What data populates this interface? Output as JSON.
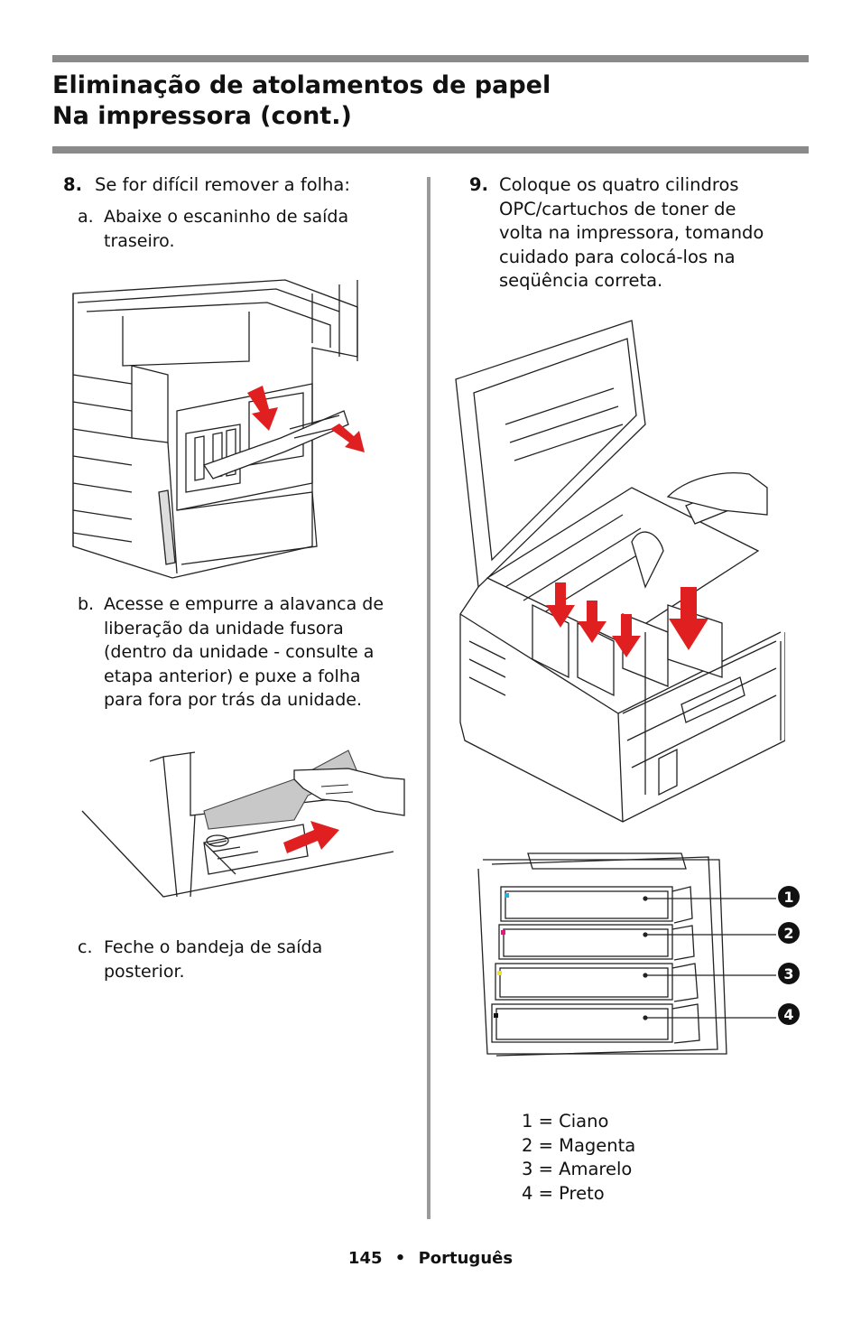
{
  "header": {
    "title_line1": "Eliminação de atolamentos de papel",
    "title_line2": "Na impressora (cont.)"
  },
  "left": {
    "step_number": "8.",
    "step_text": "Se for difícil remover a folha:",
    "sub_a": {
      "letter": "a.",
      "line1": "Abaixe o escaninho de saída",
      "line2": "traseiro."
    },
    "sub_b": {
      "letter": "b.",
      "line1": "Acesse e empurre a alavanca de",
      "line2": "liberação da unidade fusora",
      "line3": "(dentro da unidade - consulte a",
      "line4": "etapa anterior) e puxe a folha",
      "line5": "para fora por trás da unidade."
    },
    "sub_c": {
      "letter": "c.",
      "line1": "Feche o bandeja de saída",
      "line2": "posterior."
    }
  },
  "right": {
    "step_number": "9.",
    "line1": "Coloque os quatro cilindros",
    "line2": "OPC/cartuchos de toner de",
    "line3": "volta na impressora, tomando",
    "line4": "cuidado para colocá-los na",
    "line5": "seqüência correta.",
    "legend": [
      "1 = Ciano",
      "2 = Magenta",
      "3 = Amarelo",
      "4 = Preto"
    ],
    "callouts": [
      "1",
      "2",
      "3",
      "4"
    ]
  },
  "footer": {
    "page": "145",
    "bullet": "•",
    "language": "Português"
  },
  "colors": {
    "rule": "#8a8a8a",
    "arrow": "#e02020",
    "cyan": "#19b5e6",
    "magenta": "#e0197a",
    "yellow": "#f2e21a",
    "black": "#111111"
  }
}
